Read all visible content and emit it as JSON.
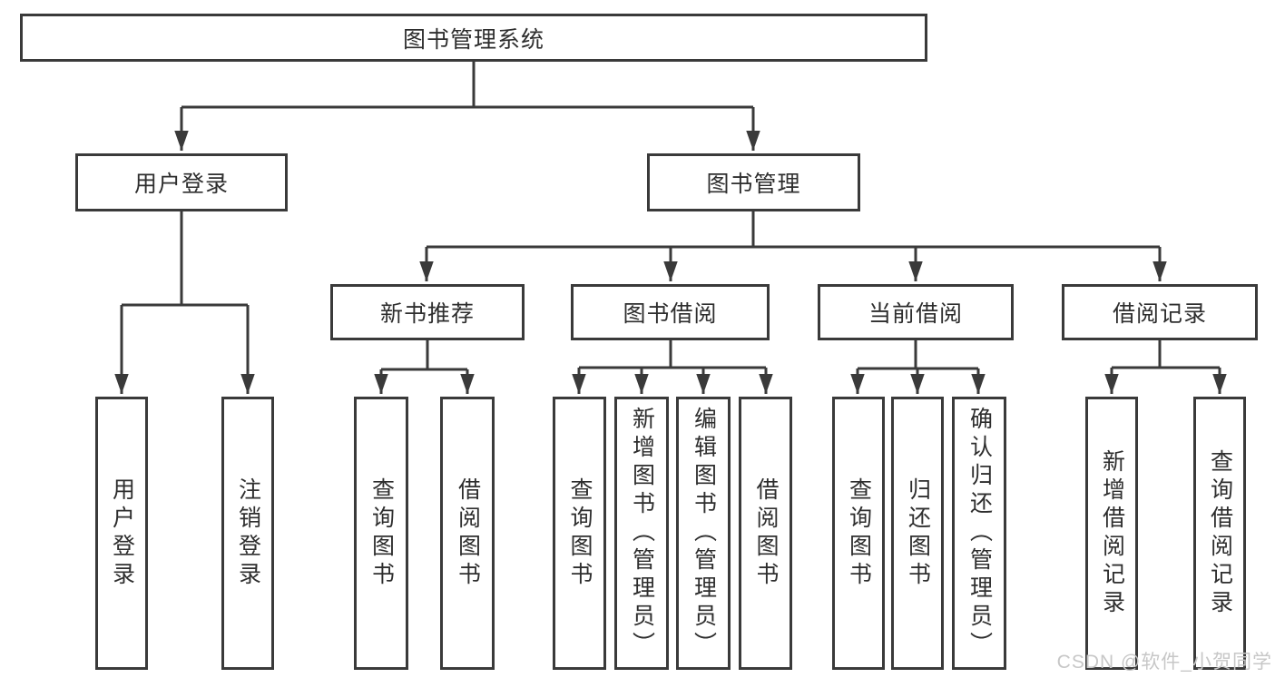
{
  "diagram_title": "图书管理系统",
  "watermark": "CSDN @软件_小贺同学",
  "colors": {
    "line": "#3a3a3a",
    "text": "#2e2e2e",
    "background": "#ffffff",
    "watermark": "#c7c7c7"
  },
  "tree": {
    "label": "图书管理系统",
    "children": [
      {
        "label": "用户登录",
        "children": [
          {
            "label": "用户登录"
          },
          {
            "label": "注销登录"
          }
        ]
      },
      {
        "label": "图书管理",
        "children": [
          {
            "label": "新书推荐",
            "children": [
              {
                "label": "查询图书"
              },
              {
                "label": "借阅图书"
              }
            ]
          },
          {
            "label": "图书借阅",
            "children": [
              {
                "label": "查询图书"
              },
              {
                "label": "新增图书（管理员）"
              },
              {
                "label": "编辑图书（管理员）"
              },
              {
                "label": "借阅图书"
              }
            ]
          },
          {
            "label": "当前借阅",
            "children": [
              {
                "label": "查询图书"
              },
              {
                "label": "归还图书"
              },
              {
                "label": "确认归还（管理员）"
              }
            ]
          },
          {
            "label": "借阅记录",
            "children": [
              {
                "label": "新增借阅记录"
              },
              {
                "label": "查询借阅记录"
              }
            ]
          }
        ]
      }
    ]
  }
}
